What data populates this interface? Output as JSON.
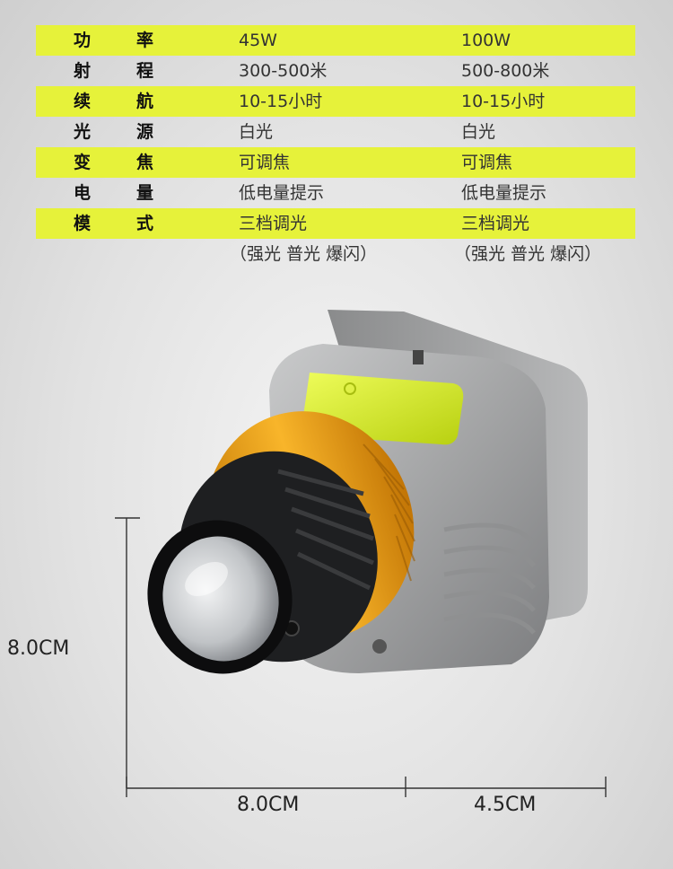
{
  "specs": [
    {
      "label1": "功",
      "label2": "率",
      "v1": "45W",
      "v2": "100W"
    },
    {
      "label1": "射",
      "label2": "程",
      "v1": "300-500米",
      "v2": "500-800米"
    },
    {
      "label1": "续",
      "label2": "航",
      "v1": "10-15小时",
      "v2": "10-15小时"
    },
    {
      "label1": "光",
      "label2": "源",
      "v1": "白光",
      "v2": "白光"
    },
    {
      "label1": "变",
      "label2": "焦",
      "v1": "可调焦",
      "v2": "可调焦"
    },
    {
      "label1": "电",
      "label2": "量",
      "v1": "低电量提示",
      "v2": "低电量提示"
    },
    {
      "label1": "模",
      "label2": "式",
      "v1": "三档调光",
      "v2": "三档调光"
    }
  ],
  "mode_detail": {
    "v1": "（强光 普光 爆闪）",
    "v2": "（强光 普光 爆闪）"
  },
  "dimensions": {
    "height": "8.0CM",
    "width": "8.0CM",
    "depth": "4.5CM"
  },
  "colors": {
    "highlight": "#e6f23a",
    "accent_ring": "#f2a81c",
    "body": "#a9aaab",
    "cob": "#d9f02a"
  }
}
